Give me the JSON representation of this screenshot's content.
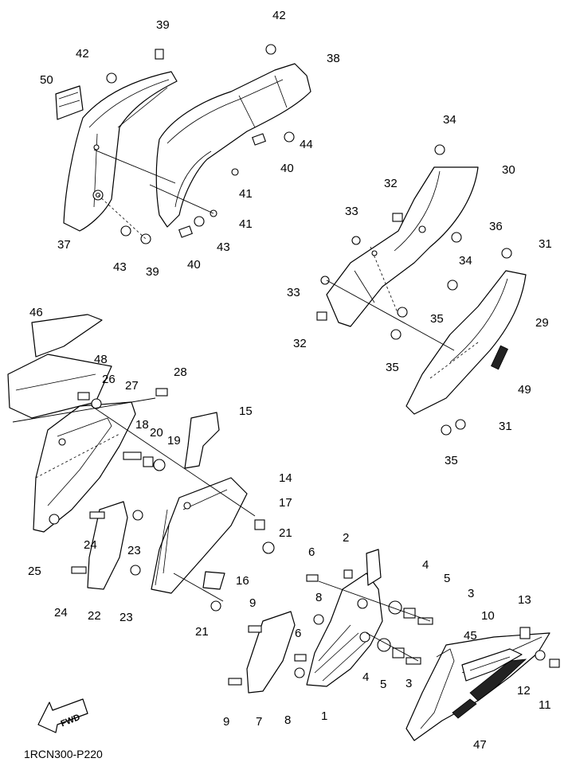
{
  "diagram": {
    "code": "1RCN300-P220",
    "fwd_label": "FWD",
    "callouts": [
      {
        "id": "c50",
        "text": "50"
      },
      {
        "id": "c42a",
        "text": "42"
      },
      {
        "id": "c39a",
        "text": "39"
      },
      {
        "id": "c42b",
        "text": "42"
      },
      {
        "id": "c38",
        "text": "38"
      },
      {
        "id": "c44",
        "text": "44"
      },
      {
        "id": "c40a",
        "text": "40"
      },
      {
        "id": "c41a",
        "text": "41"
      },
      {
        "id": "c41b",
        "text": "41"
      },
      {
        "id": "c43a",
        "text": "43"
      },
      {
        "id": "c40b",
        "text": "40"
      },
      {
        "id": "c43b",
        "text": "43"
      },
      {
        "id": "c39b",
        "text": "39"
      },
      {
        "id": "c37",
        "text": "37"
      },
      {
        "id": "c34a",
        "text": "34"
      },
      {
        "id": "c30",
        "text": "30"
      },
      {
        "id": "c32a",
        "text": "32"
      },
      {
        "id": "c33a",
        "text": "33"
      },
      {
        "id": "c36",
        "text": "36"
      },
      {
        "id": "c31a",
        "text": "31"
      },
      {
        "id": "c34b",
        "text": "34"
      },
      {
        "id": "c29",
        "text": "29"
      },
      {
        "id": "c33b",
        "text": "33"
      },
      {
        "id": "c35a",
        "text": "35"
      },
      {
        "id": "c32b",
        "text": "32"
      },
      {
        "id": "c35b",
        "text": "35"
      },
      {
        "id": "c49",
        "text": "49"
      },
      {
        "id": "c31b",
        "text": "31"
      },
      {
        "id": "c35c",
        "text": "35"
      },
      {
        "id": "c46",
        "text": "46"
      },
      {
        "id": "c48",
        "text": "48"
      },
      {
        "id": "c26",
        "text": "26"
      },
      {
        "id": "c27",
        "text": "27"
      },
      {
        "id": "c28",
        "text": "28"
      },
      {
        "id": "c15",
        "text": "15"
      },
      {
        "id": "c18",
        "text": "18"
      },
      {
        "id": "c20",
        "text": "20"
      },
      {
        "id": "c19",
        "text": "19"
      },
      {
        "id": "c14",
        "text": "14"
      },
      {
        "id": "c17",
        "text": "17"
      },
      {
        "id": "c21a",
        "text": "21"
      },
      {
        "id": "c24a",
        "text": "24"
      },
      {
        "id": "c23a",
        "text": "23"
      },
      {
        "id": "c25",
        "text": "25"
      },
      {
        "id": "c24b",
        "text": "24"
      },
      {
        "id": "c22",
        "text": "22"
      },
      {
        "id": "c23b",
        "text": "23"
      },
      {
        "id": "c16",
        "text": "16"
      },
      {
        "id": "c21b",
        "text": "21"
      },
      {
        "id": "c6a",
        "text": "6"
      },
      {
        "id": "c2",
        "text": "2"
      },
      {
        "id": "c4a",
        "text": "4"
      },
      {
        "id": "c5a",
        "text": "5"
      },
      {
        "id": "c3a",
        "text": "3"
      },
      {
        "id": "c8a",
        "text": "8"
      },
      {
        "id": "c9a",
        "text": "9"
      },
      {
        "id": "c13",
        "text": "13"
      },
      {
        "id": "c10",
        "text": "10"
      },
      {
        "id": "c45",
        "text": "45"
      },
      {
        "id": "c6b",
        "text": "6"
      },
      {
        "id": "c4b",
        "text": "4"
      },
      {
        "id": "c5b",
        "text": "5"
      },
      {
        "id": "c3b",
        "text": "3"
      },
      {
        "id": "c12",
        "text": "12"
      },
      {
        "id": "c11",
        "text": "11"
      },
      {
        "id": "c9b",
        "text": "9"
      },
      {
        "id": "c7",
        "text": "7"
      },
      {
        "id": "c8b",
        "text": "8"
      },
      {
        "id": "c1",
        "text": "1"
      },
      {
        "id": "c47",
        "text": "47"
      }
    ]
  }
}
